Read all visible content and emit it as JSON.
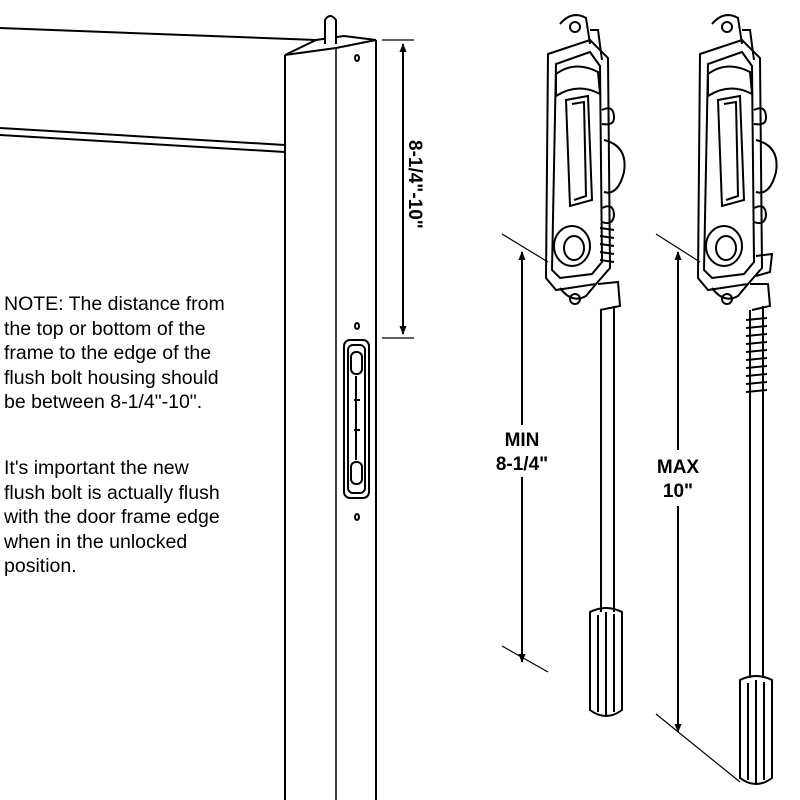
{
  "notes": {
    "paragraph_1": "NOTE: The distance from\nthe top or bottom of the\nframe to the edge of the\nflush bolt housing should\nbe between 8-1/4\"-10\".",
    "paragraph_2": "It's important the new\nflush bolt is actually flush\nwith the door frame edge\nwhen in the unlocked\nposition."
  },
  "dimensions": {
    "frame_range": "8-1/4\"-10\"",
    "min_label": "MIN",
    "min_value": "8-1/4\"",
    "max_label": "MAX",
    "max_value": "10\""
  }
}
